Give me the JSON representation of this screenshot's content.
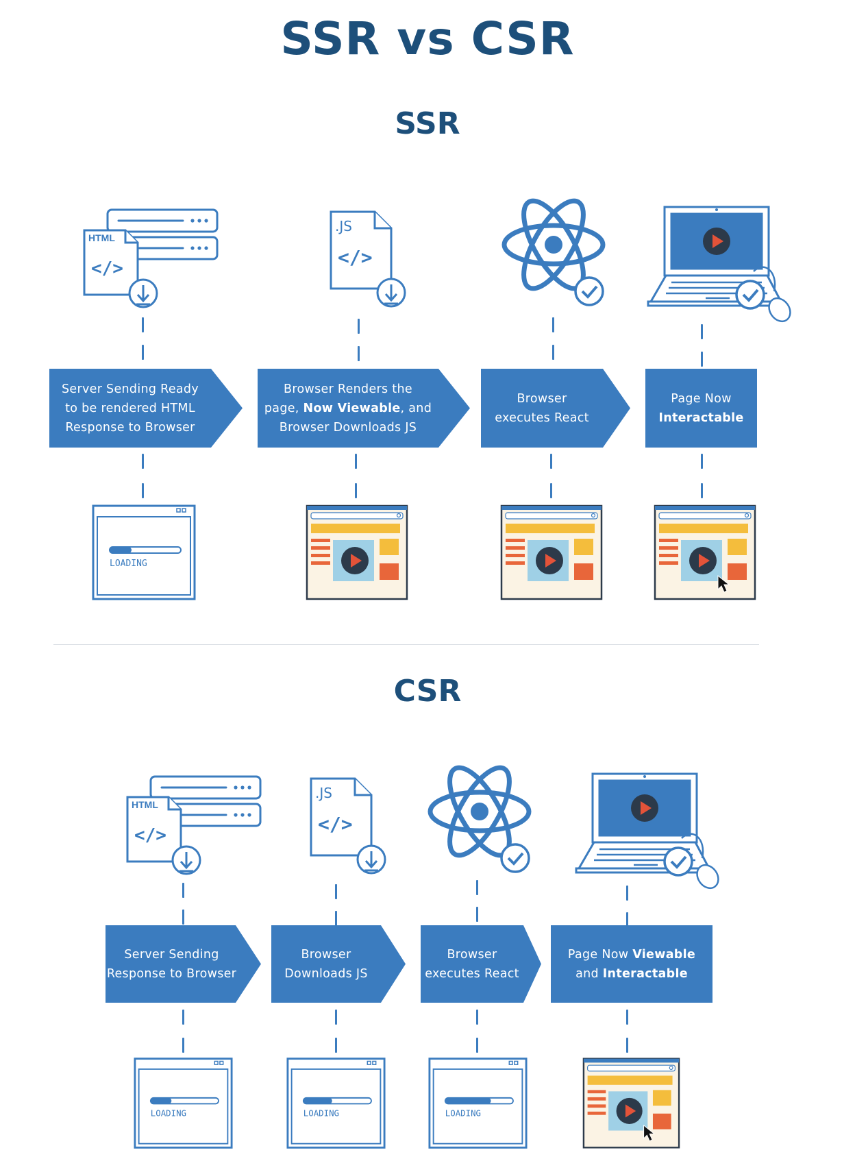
{
  "title": "SSR vs CSR",
  "ssr": {
    "title": "SSR",
    "steps": [
      {
        "text": "Server Sending Ready to be rendered HTML Response to Browser",
        "parts": [
          {
            "t": "Server Sending Ready"
          },
          {
            "br": true
          },
          {
            "t": "to be rendered HTML"
          },
          {
            "br": true
          },
          {
            "t": "Response to Browser"
          }
        ]
      },
      {
        "text": "Browser Renders the page, Now Viewable, and Browser Downloads JS",
        "parts": [
          {
            "t": "Browser Renders the"
          },
          {
            "br": true
          },
          {
            "t": "page, "
          },
          {
            "b": "Now Viewable"
          },
          {
            "t": ", and"
          },
          {
            "br": true
          },
          {
            "t": "Browser Downloads JS"
          }
        ]
      },
      {
        "text": "Browser executes React",
        "parts": [
          {
            "t": "Browser"
          },
          {
            "br": true
          },
          {
            "t": "executes React"
          }
        ]
      },
      {
        "text": "Page Now Interactable",
        "parts": [
          {
            "t": "Page Now"
          },
          {
            "br": true
          },
          {
            "b": "Interactable"
          }
        ]
      }
    ],
    "screen_label": "LOADING"
  },
  "csr": {
    "title": "CSR",
    "steps": [
      {
        "text": "Server Sending Response to Browser",
        "parts": [
          {
            "t": "Server Sending"
          },
          {
            "br": true
          },
          {
            "t": "Response to Browser"
          }
        ]
      },
      {
        "text": "Browser Downloads JS",
        "parts": [
          {
            "t": "Browser"
          },
          {
            "br": true
          },
          {
            "t": "Downloads JS"
          }
        ]
      },
      {
        "text": "Browser executes React",
        "parts": [
          {
            "t": "Browser"
          },
          {
            "br": true
          },
          {
            "t": "executes React"
          }
        ]
      },
      {
        "text": "Page Now Viewable and Interactable",
        "parts": [
          {
            "t": "Page Now "
          },
          {
            "b": "Viewable"
          },
          {
            "br": true
          },
          {
            "t": "and "
          },
          {
            "b": "Interactable"
          }
        ]
      }
    ],
    "screen_label": "LOADING"
  },
  "icons": {
    "html_file_label": "HTML",
    "js_file_label": ".JS",
    "code_glyph": "</>"
  },
  "colors": {
    "title": "#1d4f7a",
    "step_fill": "#3b7cbf",
    "line": "#3b7cbf",
    "yellow": "#f4bd3c",
    "orange": "#e8663a",
    "light_blue": "#9fd0e6",
    "play_dark": "#2c3a4a",
    "play_red": "#e45339"
  }
}
